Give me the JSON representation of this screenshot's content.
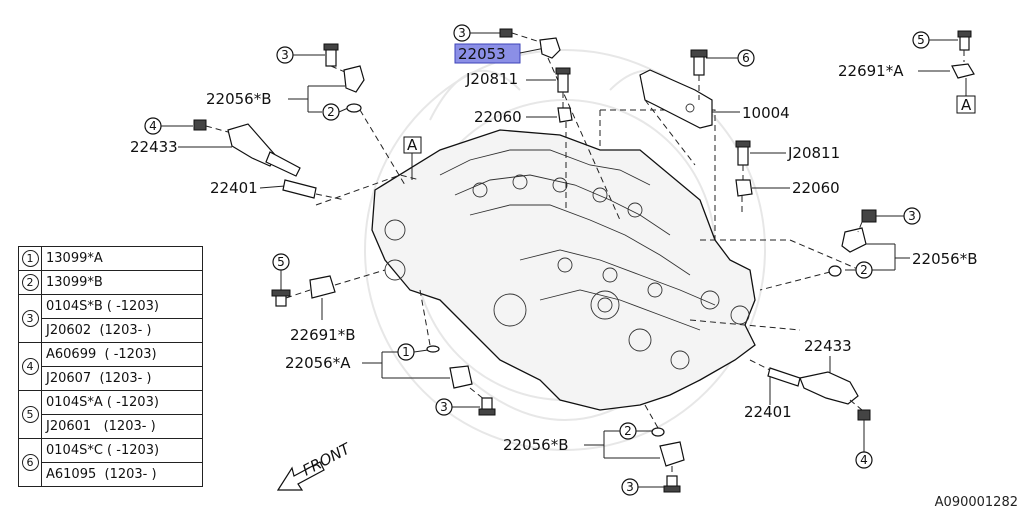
{
  "callouts": {
    "c1": "1",
    "c2": "2",
    "c3": "3",
    "c4": "4",
    "c5": "5",
    "c6": "6"
  },
  "ref_letter": "A",
  "labels": {
    "p22053": "22053",
    "j20811_top": "J20811",
    "p22060_top": "22060",
    "p10004": "10004",
    "p22691a": "22691*A",
    "p22056b_topleft": "22056*B",
    "p22433_left": "22433",
    "p22401_left": "22401",
    "j20811_right": "J20811",
    "p22060_right": "22060",
    "p22056b_right": "22056*B",
    "p22691b": "22691*B",
    "p22056a": "22056*A",
    "p22433_right": "22433",
    "p22401_right": "22401",
    "p22056b_bottom": "22056*B",
    "front": "FRONT"
  },
  "legend": [
    {
      "num": "1",
      "rows": [
        "13099*A"
      ]
    },
    {
      "num": "2",
      "rows": [
        "13099*B"
      ]
    },
    {
      "num": "3",
      "rows": [
        "0104S*B ( -1203)",
        "J20602  (1203- )"
      ]
    },
    {
      "num": "4",
      "rows": [
        "A60699  ( -1203)",
        "J20607  (1203- )"
      ]
    },
    {
      "num": "5",
      "rows": [
        "0104S*A ( -1203)",
        "J20601   (1203- )"
      ]
    },
    {
      "num": "6",
      "rows": [
        "0104S*C ( -1203)",
        "A61095  (1203- )"
      ]
    }
  ],
  "diagram_code": "A090001282",
  "colors": {
    "highlight": "#8b8fe6",
    "line": "#222222"
  }
}
